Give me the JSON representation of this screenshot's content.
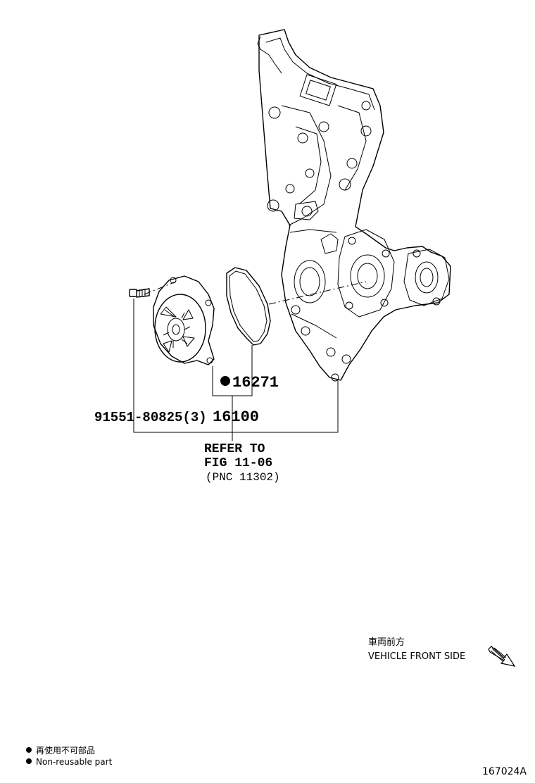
{
  "parts": {
    "gasket_number": "16271",
    "water_pump_number": "16100",
    "bolt_number": "91551-80825(3)"
  },
  "reference": {
    "line1": "REFER TO",
    "line2": "FIG 11-06",
    "line3": "(PNC 11302)"
  },
  "direction": {
    "japanese": "車両前方",
    "english": "VEHICLE FRONT SIDE"
  },
  "legend": {
    "japanese": "再使用不可部品",
    "english": "Non-reusable part"
  },
  "figure_id": "167024A"
}
